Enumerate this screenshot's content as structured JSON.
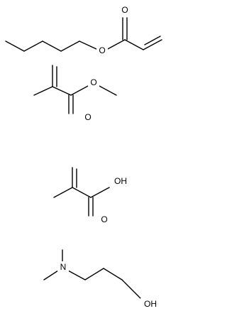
{
  "molecules": [
    {
      "atoms": {
        "o_top": "O",
        "o_ester": "O"
      }
    },
    {
      "atoms": {
        "o_top": "O",
        "o_bottom": "O"
      }
    },
    {
      "atoms": {
        "oh": "OH",
        "o_bottom": "O"
      }
    },
    {
      "atoms": {
        "n": "N",
        "oh": "OH"
      }
    }
  ]
}
